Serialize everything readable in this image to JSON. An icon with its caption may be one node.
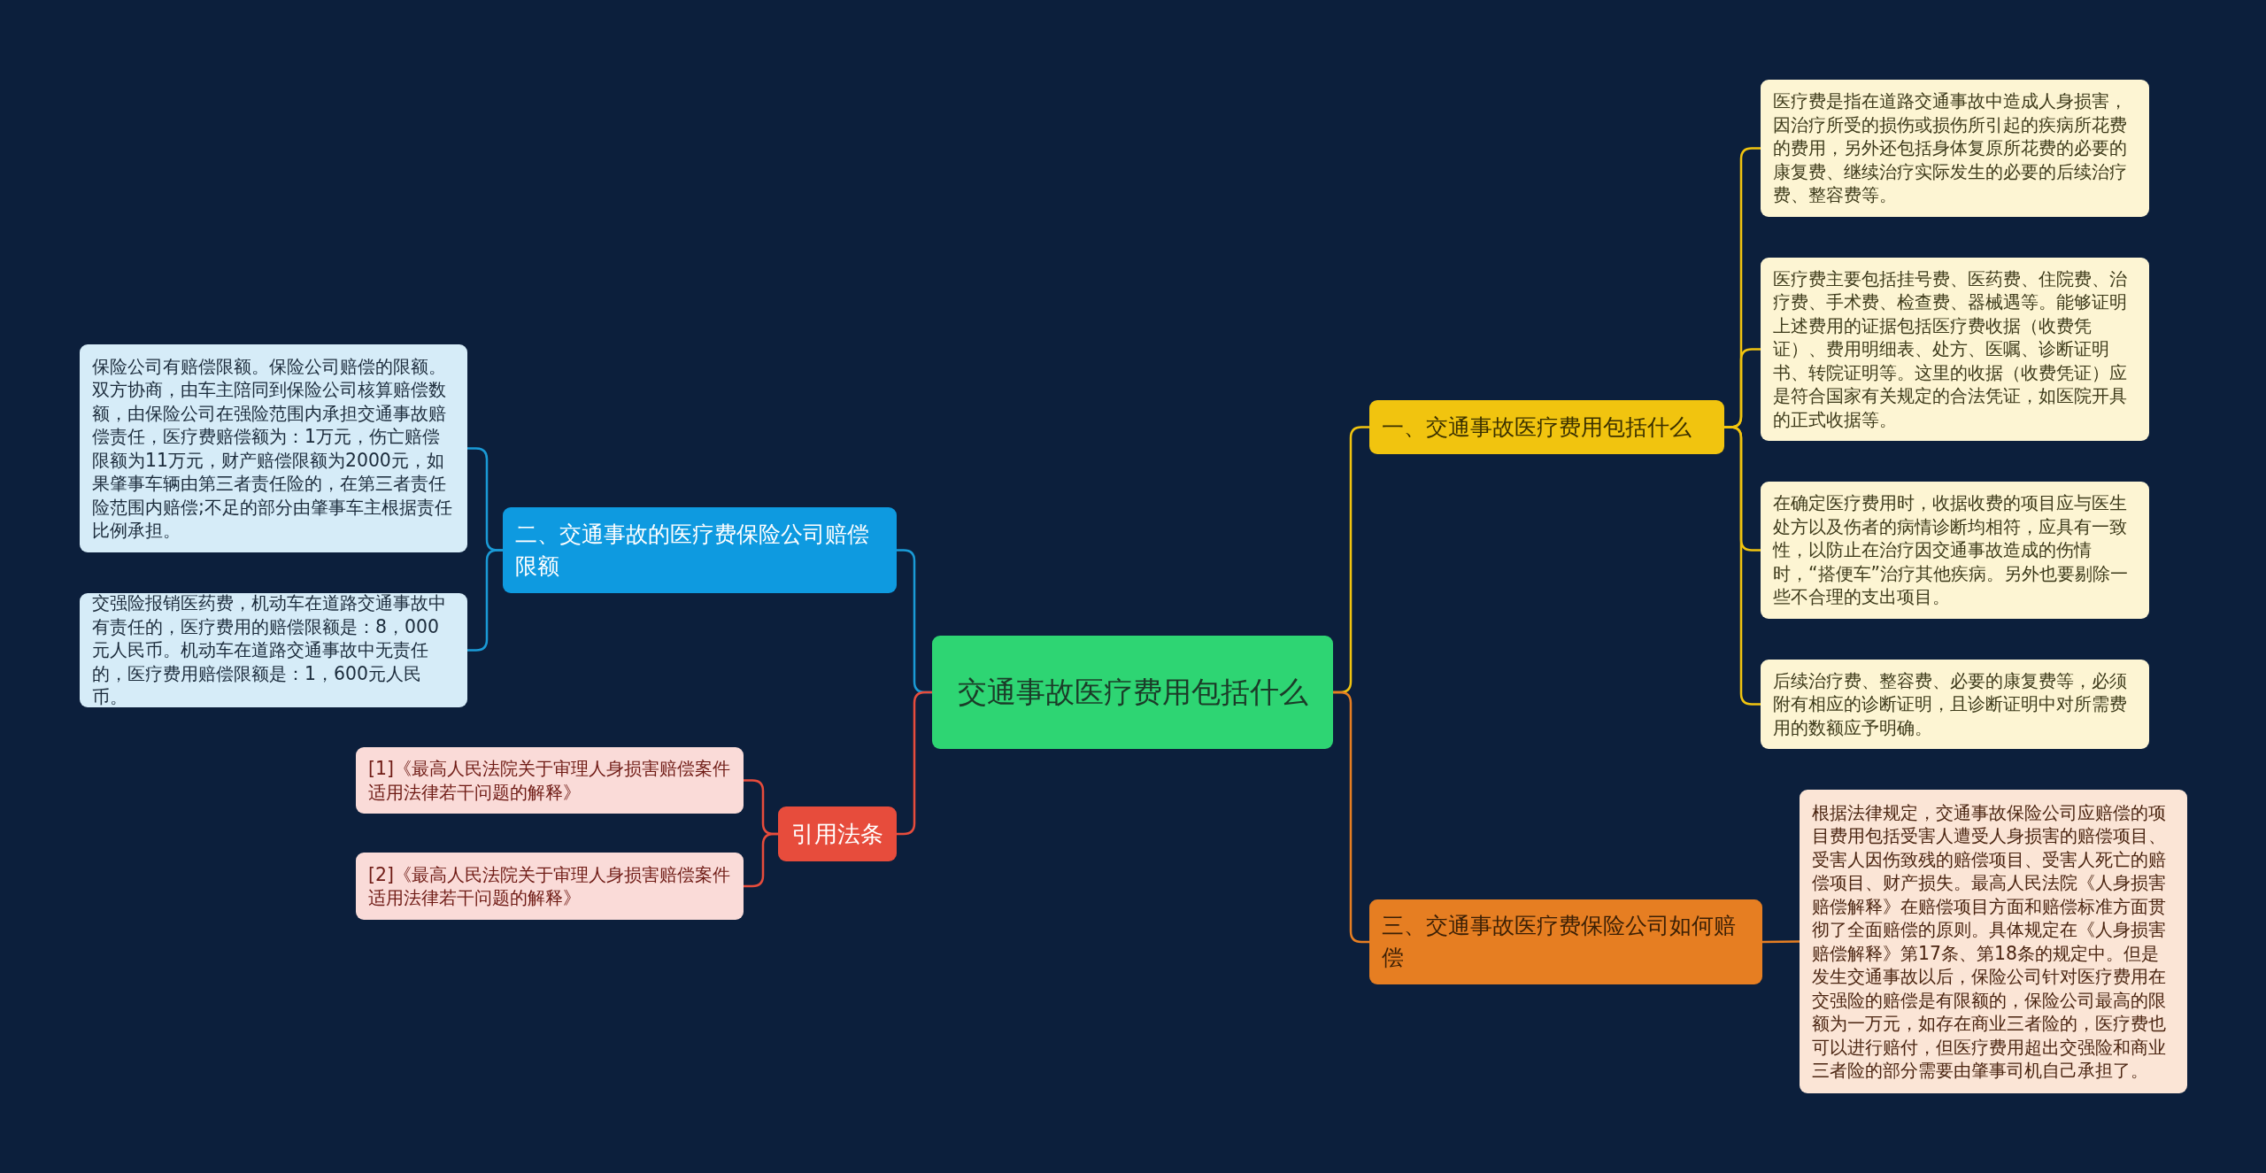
{
  "diagram": {
    "nodes": [
      {
        "text": [
          "交通事故医疗费用包括什么"
        ]
      },
      {
        "text": [
          "一、交通事故医疗费用包括什么"
        ]
      },
      {
        "text": [
          "二、交通事故的医疗费保险公司赔偿限额"
        ]
      },
      {
        "text": [
          "引用法条"
        ]
      },
      {
        "text": [
          "三、交通事故医疗费保险公司如何赔偿"
        ]
      },
      {
        "text": [
          "医疗费是指在道路交通事故中造成人身损害，因治疗所受的损伤或损伤所引起的疾病所花费的费用，另外还包括身体复原所花费的必要的康复费、继续治疗实际发生的必要的后续治疗费、整容费等。"
        ]
      },
      {
        "text": [
          "医疗费主要包括挂号费、医药费、住院费、治疗费、手术费、检查费、器械遇等。能够证明上述费用的证据包括医疗费收据（收费凭证）、费用明细表、处方、医嘱、诊断证明书、转院证明等。这里的收据（收费凭证）应是符合国家有关规定的合法凭证，如医院开具的正式收据等。"
        ]
      },
      {
        "text": [
          "在确定医疗费用时，收据收费的项目应与医生处方以及伤者的病情诊断均相符，应具有一致性，以防止在治疗因交通事故造成的伤情时，“搭便车”治疗其他疾病。另外也要剔除一些不合理的支出项目。"
        ]
      },
      {
        "text": [
          "后续治疗费、整容费、必要的康复费等，必须附有相应的诊断证明，且诊断证明中对所需费用的数额应予明确。"
        ]
      },
      {
        "text": [
          "保险公司有赔偿限额。保险公司赔偿的限额。双方协商，由车主陪同到保险公司核算赔偿数额，由保险公司在强险范围内承担交通事故赔偿责任，医疗费赔偿额为：1万元，伤亡赔偿限额为11万元，财产赔偿限额为2000元，如果肇事车辆由第三者责任险的，在第三者责任险范围内赔偿;不足的部分由肇事车主根据责任比例承担。"
        ]
      },
      {
        "text": [
          "交强险报销医药费，机动车在道路交通事故中有责任的，医疗费用的赔偿限额是：8，000元人民币。机动车在道路交通事故中无责任的，医疗费用赔偿限额是：1，600元人民币。"
        ]
      },
      {
        "text": [
          "[1]《最高人民法院关于审理人身损害赔偿案件适用法律若干问题的解释》"
        ]
      },
      {
        "text": [
          "[2]《最高人民法院关于审理人身损害赔偿案件适用法律若干问题的解释》"
        ]
      },
      {
        "text": [
          "根据法律规定，交通事故保险公司应赔偿的项目费用包括受害人遭受人身损害的赔偿项目、受害人因伤致残的赔偿项目、受害人死亡的赔偿项目、财产损失。最高人民法院《人身损害赔偿解释》在赔偿项目方面和赔偿标准方面贯彻了全面赔偿的原则。具体规定在《人身损害赔偿解释》第17条、第18条的规定中。但是发生交通事故以后，保险公司针对医疗费用在交强险的赔偿是有限额的，保险公司最高的限额为一万元，如存在商业三者险的，医疗费也可以进行赔付，但医疗费用超出交强险和商业三者险的部分需要由肇事司机自己承担了。"
        ]
      }
    ],
    "edges": [
      {
        "from": 0,
        "to": 1,
        "arrow": "none",
        "color": "#f1c40f"
      },
      {
        "from": 0,
        "to": 2,
        "arrow": "none",
        "color": "#1a9ad6"
      },
      {
        "from": 0,
        "to": 3,
        "arrow": "none",
        "color": "#e74c3c"
      },
      {
        "from": 0,
        "to": 4,
        "arrow": "none",
        "color": "#e67e22"
      },
      {
        "from": 1,
        "to": 5,
        "arrow": "none",
        "color": "#f1c40f"
      },
      {
        "from": 1,
        "to": 6,
        "arrow": "none",
        "color": "#f1c40f"
      },
      {
        "from": 1,
        "to": 7,
        "arrow": "none",
        "color": "#f1c40f"
      },
      {
        "from": 1,
        "to": 8,
        "arrow": "none",
        "color": "#f1c40f"
      },
      {
        "from": 2,
        "to": 9,
        "arrow": "none",
        "color": "#1a9ad6"
      },
      {
        "from": 2,
        "to": 10,
        "arrow": "none",
        "color": "#1a9ad6"
      },
      {
        "from": 3,
        "to": 11,
        "arrow": "none",
        "color": "#e74c3c"
      },
      {
        "from": 3,
        "to": 12,
        "arrow": "none",
        "color": "#e74c3c"
      },
      {
        "from": 4,
        "to": 13,
        "arrow": "none",
        "color": "#e67e22"
      }
    ]
  }
}
